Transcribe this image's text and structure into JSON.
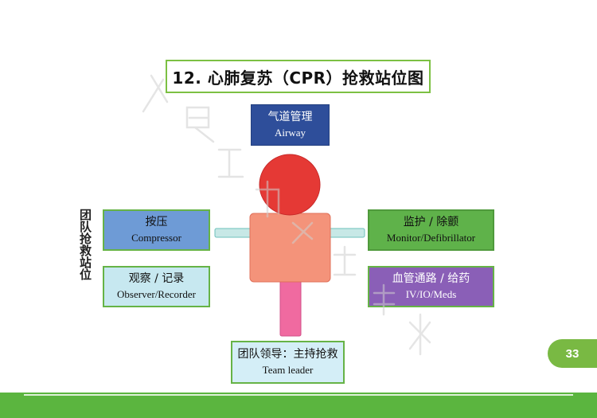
{
  "title": "12. 心肺复苏（CPR）抢救站位图",
  "roles": {
    "airway": {
      "zh": "气道管理",
      "en": "Airway",
      "color": "#2e4e9a"
    },
    "compressor": {
      "zh": "按压",
      "en": "Compressor",
      "color": "#6e9bd6"
    },
    "observer": {
      "zh": "观察 / 记录",
      "en": "Observer/Recorder",
      "color": "#c7e8f0"
    },
    "monitor": {
      "zh": "监护 / 除颤",
      "en": "Monitor/Defibrillator",
      "color": "#5fb24a"
    },
    "iv": {
      "zh": "血管通路 / 给药",
      "en": "IV/IO/Meds",
      "color": "#8a5fb7"
    },
    "leader": {
      "zh": "团队领导：主持抢救",
      "en": "Team leader",
      "color": "#d4eef7"
    }
  },
  "side_label": "团队抢救站位",
  "watermark": "人民卫生出版社",
  "page_number": "33",
  "colors": {
    "accent": "#5bb53f",
    "head": "#e53935",
    "torso": "#f4937a",
    "leg": "#f06aa0",
    "arm": "#c7e8e6"
  }
}
